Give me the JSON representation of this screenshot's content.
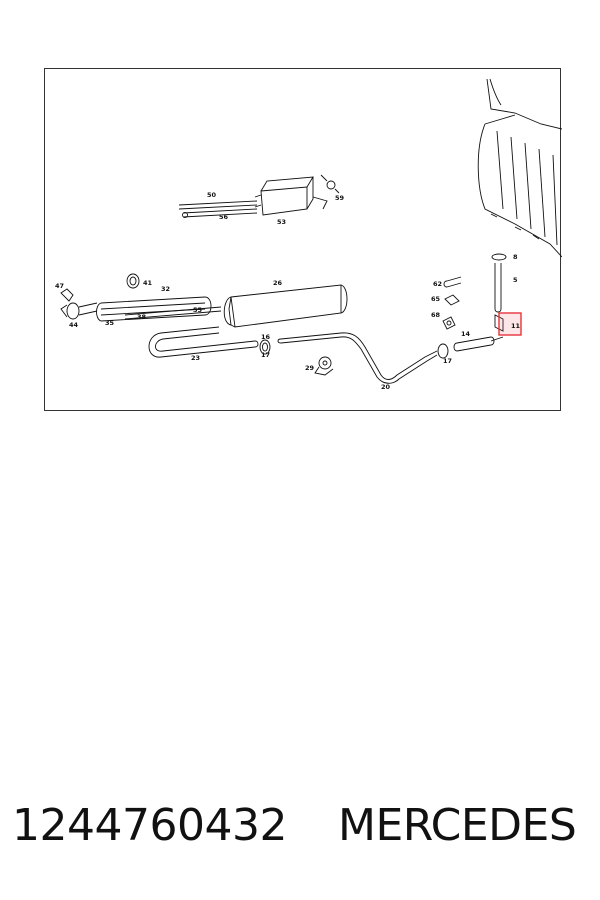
{
  "footer": {
    "part_number": "1244760432",
    "brand": "MERCEDES"
  },
  "diagram": {
    "highlight_color": "#e8323c",
    "highlighted_callout": "11",
    "callouts": {
      "c50": "50",
      "c56": "56",
      "c53": "53",
      "c59": "59",
      "c47": "47",
      "c41": "41",
      "c32": "32",
      "c26": "26",
      "c44": "44",
      "c35": "35",
      "c38": "38",
      "c55": "55",
      "c23": "23",
      "c16": "16",
      "c17a": "17",
      "c29": "29",
      "c20": "20",
      "c62": "62",
      "c65": "65",
      "c68": "68",
      "c14": "14",
      "c17b": "17",
      "c8": "8",
      "c5": "5",
      "c11": "11"
    }
  }
}
